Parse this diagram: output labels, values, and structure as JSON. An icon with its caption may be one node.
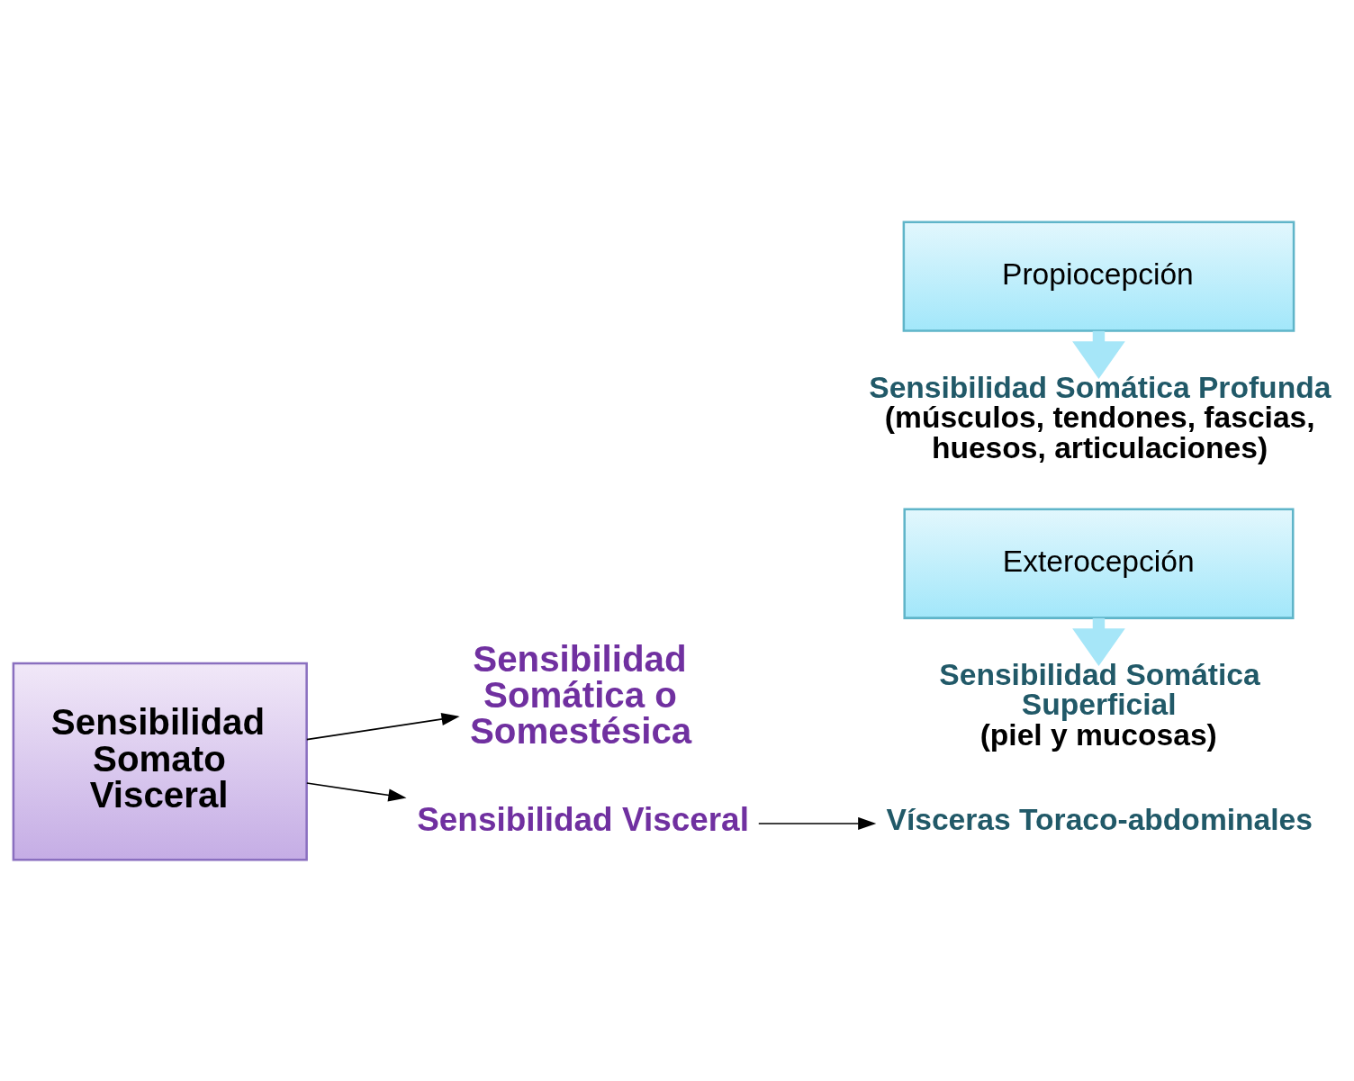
{
  "diagram": {
    "nodes": [
      {
        "text": [
          "Sensibilidad Somato Visceral"
        ]
      },
      {
        "text": [
          "Sensibilidad Somática o Somestésica"
        ]
      },
      {
        "text": [
          "Sensibilidad Visceral"
        ]
      },
      {
        "text": [
          "Exterocepción"
        ]
      },
      {
        "text": [
          "Sensibilidad Somática Superficial",
          "(piel y mucosas)"
        ]
      },
      {
        "text": [
          "Sensibilidad Somática Profunda",
          "(músculos, tendones, fascias, huesos, articulaciones)"
        ]
      },
      {
        "text": [
          "Propiocepción"
        ]
      },
      {
        "text": [
          "Vísceras Toraco-abdominales"
        ]
      }
    ],
    "edges": [
      {
        "from": 0,
        "to": 1,
        "arrow": "to"
      },
      {
        "from": 0,
        "to": 2,
        "arrow": "to"
      },
      {
        "from": 3,
        "to": 4,
        "arrow": "to",
        "style": "thick",
        "color": "#a6e6f8"
      },
      {
        "from": 6,
        "to": 5,
        "arrow": "to",
        "style": "thick",
        "color": "#a6e6f8"
      },
      {
        "from": 2,
        "to": 7,
        "arrow": "to"
      }
    ]
  }
}
